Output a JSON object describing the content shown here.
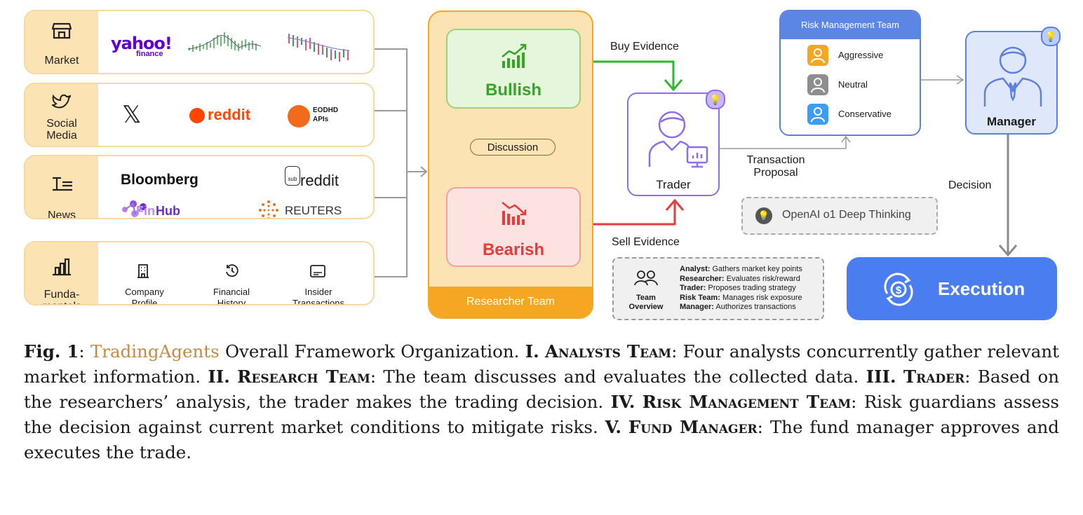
{
  "analysts": {
    "market": {
      "label": "Market",
      "sources": [
        "yahoo!",
        "finance"
      ]
    },
    "social": {
      "label_line1": "Social",
      "label_line2": "Media",
      "sources": {
        "x": "𝕏",
        "reddit": "reddit",
        "eod_line1": "EODHD",
        "eod_line2": "APIs"
      }
    },
    "news": {
      "label": "News",
      "sources": {
        "bloomberg": "Bloomberg",
        "reddit": "reddit",
        "reddit_sub": "sub",
        "finhub_fin": "Fin",
        "finhub_hub": "Hub",
        "reuters": "REUTERS"
      }
    },
    "fundamentals": {
      "label_line1": "Funda-",
      "label_line2": "mentals",
      "items": [
        {
          "line1": "Company",
          "line2": "Profile"
        },
        {
          "line1": "Financial",
          "line2": "History"
        },
        {
          "line1": "Insider",
          "line2": "Transactions"
        }
      ]
    }
  },
  "research": {
    "bullish": "Bullish",
    "bearish": "Bearish",
    "discussion": "Discussion",
    "footer": "Researcher Team"
  },
  "edges": {
    "buy": "Buy Evidence",
    "sell": "Sell Evidence",
    "proposal_line1": "Transaction",
    "proposal_line2": "Proposal",
    "decision": "Decision"
  },
  "trader": {
    "label": "Trader"
  },
  "risk": {
    "header": "Risk Management Team",
    "members": [
      {
        "label": "Aggressive",
        "color": "#f5a623"
      },
      {
        "label": "Neutral",
        "color": "#8e8e8e"
      },
      {
        "label": "Conservative",
        "color": "#3d9df2"
      }
    ]
  },
  "manager": {
    "label": "Manager"
  },
  "openai": {
    "label": "OpenAI o1 Deep Thinking"
  },
  "execution": {
    "label": "Execution"
  },
  "overview": {
    "title_line1": "Team",
    "title_line2": "Overview",
    "rows": [
      {
        "role": "Analyst:",
        "desc": "Gathers market key points"
      },
      {
        "role": "Researcher:",
        "desc": "Evaluates risk/reward"
      },
      {
        "role": "Trader:",
        "desc": "Proposes trading strategy"
      },
      {
        "role": "Risk Team:",
        "desc": "Manages risk exposure"
      },
      {
        "role": "Manager:",
        "desc": "Authorizes transactions"
      }
    ]
  },
  "caption": {
    "fig": "Fig. 1",
    "name": "TradingAgents",
    "intro": "Overall Framework Organization.",
    "s1_num": "I.",
    "s1_title": "Analysts Team",
    "s1_text": "Four analysts concurrently gather relevant market information.",
    "s2_num": "II.",
    "s2_title": "Research Team",
    "s2_text": "The team discusses and evaluates the collected data.",
    "s3_num": "III.",
    "s3_title": "Trader",
    "s3_text": "Based on the researchers’ analysis, the trader makes the trading decision.",
    "s4_num": "IV.",
    "s4_title": "Risk Management Team",
    "s4_text": "Risk guardians assess the decision against current market conditions to mitigate risks.",
    "s5_num": "V.",
    "s5_title": "Fund Manager",
    "s5_text": "The fund manager approves and executes the trade."
  },
  "colors": {
    "bull": "#34a525",
    "bear": "#e83a3a",
    "research": "#f5a623",
    "trader": "#8e6de8",
    "blue": "#4a7ef0",
    "caption_accent": "#c48a45"
  }
}
